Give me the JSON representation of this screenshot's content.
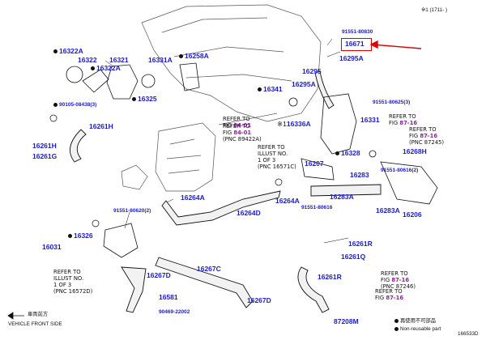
{
  "header": {
    "revision_note": "※1 (1711-   )"
  },
  "footer": {
    "jp_front": "車両前方",
    "front_side": "VEHICLE FRONT SIDE",
    "jp_nonreuse": "再使用不可部品",
    "nonreusable": "Non-reusable part",
    "diagram_id": "166533D"
  },
  "callouts": [
    {
      "id": "c01",
      "text": "91551-80830",
      "style": "bolt"
    },
    {
      "id": "c02",
      "text": "16671",
      "style": "pn"
    },
    {
      "id": "c03",
      "text": "16295A",
      "style": "pn"
    },
    {
      "id": "c04",
      "text": "16295",
      "style": "pn"
    },
    {
      "id": "c05",
      "text": "16295A",
      "style": "pn"
    },
    {
      "id": "c06",
      "text": "16341",
      "style": "pn",
      "dot": true
    },
    {
      "id": "c07",
      "text": "91551-80625(3)",
      "style": "bolt"
    },
    {
      "id": "c08",
      "text": "16322A",
      "style": "pn",
      "dot": true
    },
    {
      "id": "c09",
      "text": "16322",
      "style": "pn"
    },
    {
      "id": "c10",
      "text": "16321",
      "style": "pn"
    },
    {
      "id": "c11",
      "text": "16322A",
      "style": "pn",
      "dot": true
    },
    {
      "id": "c12",
      "text": "16331A",
      "style": "pn"
    },
    {
      "id": "c13",
      "text": "16258A",
      "style": "pn",
      "dot": true
    },
    {
      "id": "c14",
      "text": "90105-08438(3)",
      "style": "bolt",
      "dot": true
    },
    {
      "id": "c15",
      "text": "16325",
      "style": "pn",
      "dot": true
    },
    {
      "id": "c16",
      "text": "16261H",
      "style": "pn"
    },
    {
      "id": "c17",
      "text": "16261H",
      "style": "pn"
    },
    {
      "id": "c18",
      "text": "16261G",
      "style": "pn"
    },
    {
      "id": "c19",
      "text": "16336A",
      "style": "pn",
      "prefix": "※1"
    },
    {
      "id": "c20",
      "text": "16331",
      "style": "pn"
    },
    {
      "id": "c21",
      "text": "16328",
      "style": "pn",
      "dot": true
    },
    {
      "id": "c22",
      "text": "16268H",
      "style": "pn"
    },
    {
      "id": "c23",
      "text": "16207",
      "style": "pn"
    },
    {
      "id": "c24",
      "text": "91551-80616(2)",
      "style": "bolt"
    },
    {
      "id": "c25",
      "text": "16283",
      "style": "pn"
    },
    {
      "id": "c26",
      "text": "16283A",
      "style": "pn"
    },
    {
      "id": "c27",
      "text": "16283A",
      "style": "pn"
    },
    {
      "id": "c28",
      "text": "16206",
      "style": "pn"
    },
    {
      "id": "c29",
      "text": "16264A",
      "style": "pn"
    },
    {
      "id": "c30",
      "text": "16264A",
      "style": "pn"
    },
    {
      "id": "c31",
      "text": "16264D",
      "style": "pn"
    },
    {
      "id": "c32",
      "text": "91551-80616",
      "style": "bolt"
    },
    {
      "id": "c33",
      "text": "91551-80620(2)",
      "style": "bolt"
    },
    {
      "id": "c34",
      "text": "16326",
      "style": "pn",
      "dot": true
    },
    {
      "id": "c35",
      "text": "16031",
      "style": "pn"
    },
    {
      "id": "c36",
      "text": "16267C",
      "style": "pn"
    },
    {
      "id": "c37",
      "text": "16267D",
      "style": "pn"
    },
    {
      "id": "c38",
      "text": "16581",
      "style": "pn"
    },
    {
      "id": "c39",
      "text": "90469-22002",
      "style": "bolt"
    },
    {
      "id": "c40",
      "text": "16267D",
      "style": "pn"
    },
    {
      "id": "c41",
      "text": "16261R",
      "style": "pn"
    },
    {
      "id": "c42",
      "text": "16261Q",
      "style": "pn"
    },
    {
      "id": "c43",
      "text": "16261R",
      "style": "pn"
    },
    {
      "id": "c44",
      "text": "87208M",
      "style": "pn"
    }
  ],
  "references": [
    {
      "id": "r1",
      "lines": [
        "REFER TO",
        "FIG "
      ],
      "fig": "84-01"
    },
    {
      "id": "r2",
      "lines": [
        "REFER TO",
        "FIG "
      ],
      "fig": "84-01",
      "extra": "(PNC 89422A)"
    },
    {
      "id": "r3",
      "lines": [
        "REFER TO",
        "ILLUST NO.",
        "1 OF 3",
        "(PNC 16571C)"
      ]
    },
    {
      "id": "r4",
      "lines": [
        "REFER TO",
        "FIG "
      ],
      "fig": "87-16"
    },
    {
      "id": "r5",
      "lines": [
        "REFER TO",
        "FIG "
      ],
      "fig": "87-16",
      "extra": "(PNC 87245)"
    },
    {
      "id": "r6",
      "lines": [
        "REFER TO",
        "ILLUST NO.",
        "1 OF 3",
        "(PNC 16572D)"
      ]
    },
    {
      "id": "r7",
      "lines": [
        "REFER TO",
        "FIG "
      ],
      "fig": "87-16",
      "extra": "(PNC 87246)"
    },
    {
      "id": "r8",
      "lines": [
        "REFER TO",
        "FIG "
      ],
      "fig": "87-16"
    }
  ]
}
